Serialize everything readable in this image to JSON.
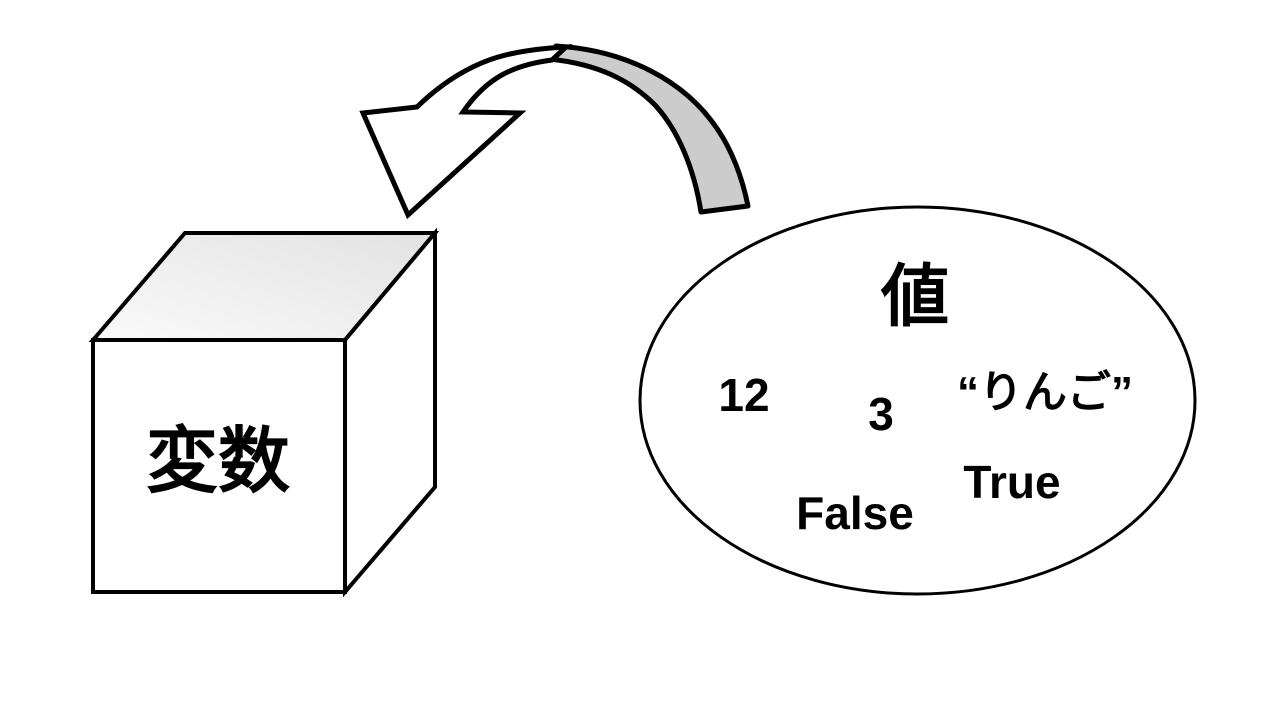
{
  "diagram": {
    "box": {
      "label": "変数"
    },
    "value_set": {
      "title": "値",
      "values": [
        "12",
        "3",
        "“りんご”",
        "True",
        "False"
      ]
    },
    "arrow": {
      "description": "curved-ribbon-arrow-from-values-to-variable"
    },
    "colors": {
      "line": "#000000",
      "arrow_tail_fill": "#cccccc",
      "box_top_fill_light": "#fafafa",
      "box_top_fill_dark": "#e2e2e2",
      "face_fill": "#ffffff",
      "background": "#ffffff"
    }
  }
}
